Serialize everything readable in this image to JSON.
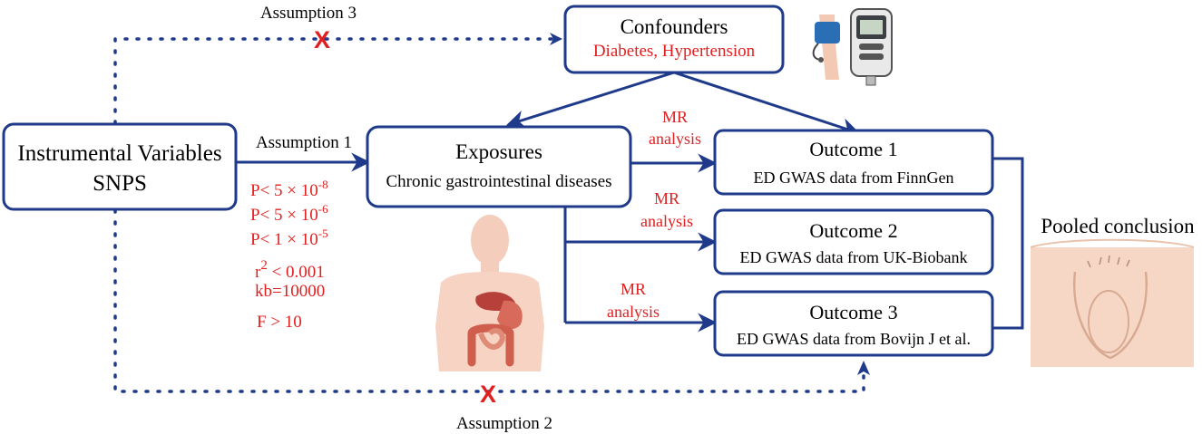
{
  "assumptions": {
    "a1": "Assumption 1",
    "a2": "Assumption 2",
    "a3": "Assumption 3",
    "violation_mark": "X"
  },
  "instrumental": {
    "title": "Instrumental Variables",
    "subtitle": "SNPS"
  },
  "thresholds": {
    "p1_prefix": "P< 5 × 10",
    "p1_exp": "-8",
    "p2_prefix": "P< 5 × 10",
    "p2_exp": "-6",
    "p3_prefix": "P< 1 × 10",
    "p3_exp": "-5",
    "r2_base": "r",
    "r2_exp": "2",
    "r2_rest": " < 0.001",
    "kb": "kb=10000",
    "f": "F > 10"
  },
  "confounders": {
    "title": "Confounders",
    "subtitle": "Diabetes, Hypertension"
  },
  "exposures": {
    "title": "Exposures",
    "subtitle": "Chronic gastrointestinal diseases"
  },
  "mr_label": {
    "line1": "MR",
    "line2": "analysis"
  },
  "outcomes": [
    {
      "title": "Outcome 1",
      "subtitle": "ED GWAS data from FinnGen"
    },
    {
      "title": "Outcome 2",
      "subtitle": "ED GWAS data from UK-Biobank"
    },
    {
      "title": "Outcome 3",
      "subtitle": "ED GWAS data from Bovijn J et al."
    }
  ],
  "pooled": {
    "title": "Pooled conclusion"
  },
  "illustrations": {
    "bp_monitor": "blood-pressure-cuff-icon",
    "glucose_meter": "glucose-meter-icon",
    "body_digestive": "human-digestive-system-icon",
    "pelvis": "male-pelvis-icon"
  },
  "colors": {
    "navy": "#1f3a8a",
    "red": "#e02020",
    "skin": "#f6d3c3",
    "organ": "#d0493b"
  }
}
